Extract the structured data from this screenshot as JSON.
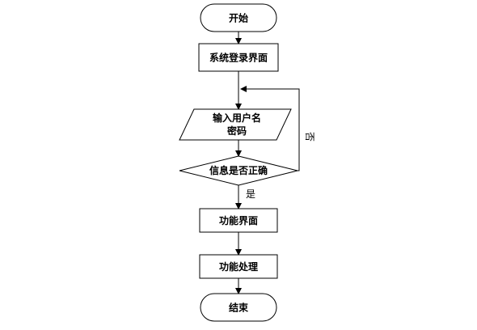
{
  "flowchart": {
    "start": "开始",
    "login_screen": "系统登录界面",
    "input_line1": "输入用户名",
    "input_line2": "密码",
    "decision": "信息是否正确",
    "yes_label": "是",
    "no_label": "否",
    "function_screen": "功能界面",
    "function_process": "功能处理",
    "end": "结束"
  },
  "colors": {
    "stroke": "#000000",
    "fill": "#ffffff"
  }
}
